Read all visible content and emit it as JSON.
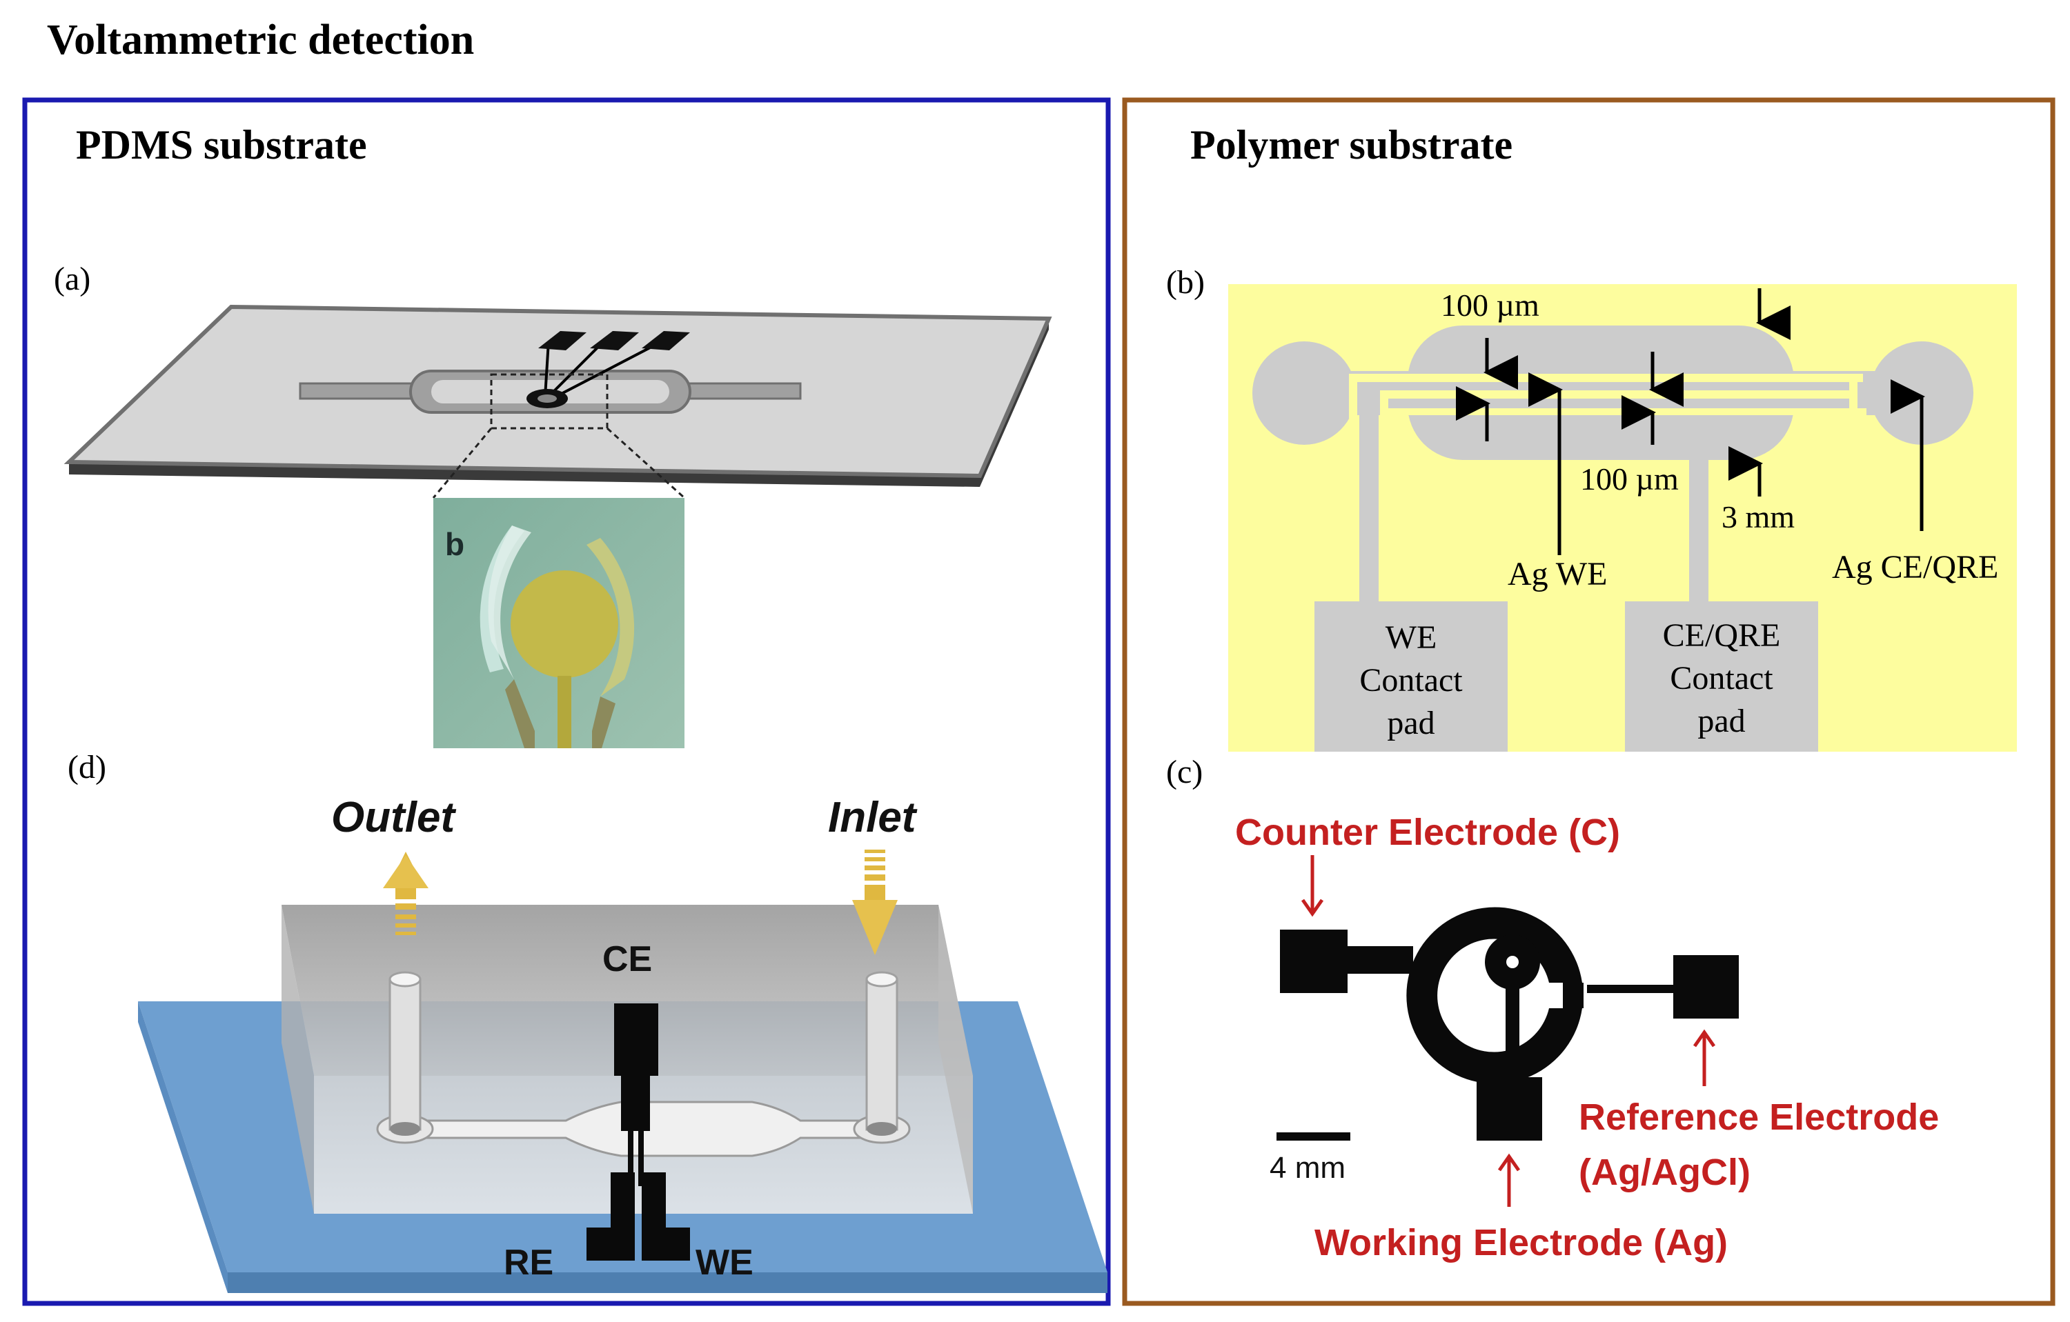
{
  "title": "Voltammetric detection",
  "left_panel": {
    "heading": "PDMS substrate",
    "label_a": "(a)",
    "inset_label": "b",
    "label_d": "(d)",
    "outlet": "Outlet",
    "inlet": "Inlet",
    "ce": "CE",
    "re": "RE",
    "we": "WE"
  },
  "right_panel": {
    "heading": "Polymer substrate",
    "label_b": "(b)",
    "dim_100um_top": "100 µm",
    "dim_100um_bottom": "100 µm",
    "dim_3mm": "3 mm",
    "ag_we": "Ag WE",
    "ag_ce_qre": "Ag CE/QRE",
    "we_pad": [
      "WE",
      "Contact",
      "pad"
    ],
    "ce_pad": [
      "CE/QRE",
      "Contact",
      "pad"
    ],
    "label_c": "(c)",
    "counter_electrode": "Counter Electrode (C)",
    "reference_electrode": [
      "Reference Electrode",
      "(Ag/AgCl)"
    ],
    "working_electrode": "Working Electrode (Ag)",
    "scale": "4 mm"
  },
  "colors": {
    "left_border": "#1a1ab0",
    "right_border": "#9a5a20",
    "pad_yellow": "#fdfd9e",
    "pad_gray": "#cccccc",
    "substrate_blue": "#6e9fd0",
    "arrow_gold": "#e0b840",
    "label_red": "#c42020"
  }
}
